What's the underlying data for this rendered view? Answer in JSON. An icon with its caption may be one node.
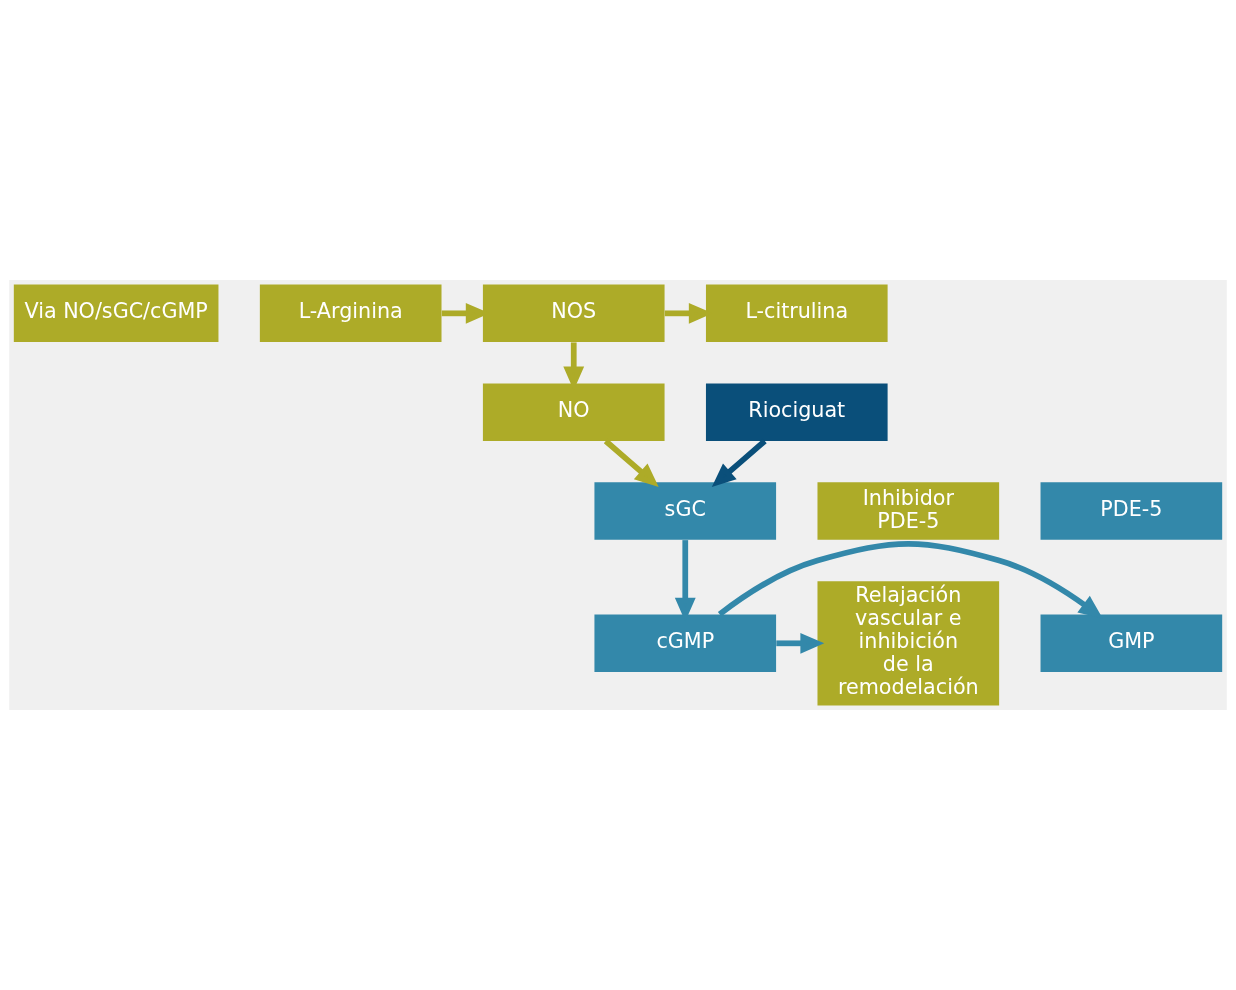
{
  "diagram": {
    "nodes": [
      {
        "text": [
          "Via NO/sGC/cGMP"
        ]
      },
      {
        "text": [
          "L-Arginina"
        ]
      },
      {
        "text": [
          "NOS"
        ]
      },
      {
        "text": [
          "L-citrulina"
        ]
      },
      {
        "text": [
          "Riociguat"
        ]
      },
      {
        "text": [
          "NO"
        ]
      },
      {
        "text": [
          "Inhibidor PDE-5"
        ]
      },
      {
        "text": [
          "sGC"
        ]
      },
      {
        "text": [
          "PDE-5"
        ]
      },
      {
        "text": [
          "cGMP"
        ]
      },
      {
        "text": [
          "GMP"
        ]
      },
      {
        "text": [
          "Relajación vascular e inhibición de la remodelación"
        ]
      }
    ],
    "edges": [
      {
        "from": 1,
        "to": 2,
        "arrow": "to"
      },
      {
        "from": 2,
        "to": 3,
        "arrow": "to"
      },
      {
        "from": 2,
        "to": 5,
        "arrow": "to"
      },
      {
        "from": 5,
        "to": 7,
        "arrow": "to"
      },
      {
        "from": 4,
        "to": 7,
        "arrow": "to",
        "color": "#0a4f7a"
      },
      {
        "from": 7,
        "to": 9,
        "arrow": "to",
        "color": "#3388aa"
      },
      {
        "from": 9,
        "to": 10,
        "arrow": "to",
        "color": "#3388aa"
      },
      {
        "from": 9,
        "to": 11,
        "arrow": "to",
        "color": "#3388aa"
      }
    ]
  }
}
